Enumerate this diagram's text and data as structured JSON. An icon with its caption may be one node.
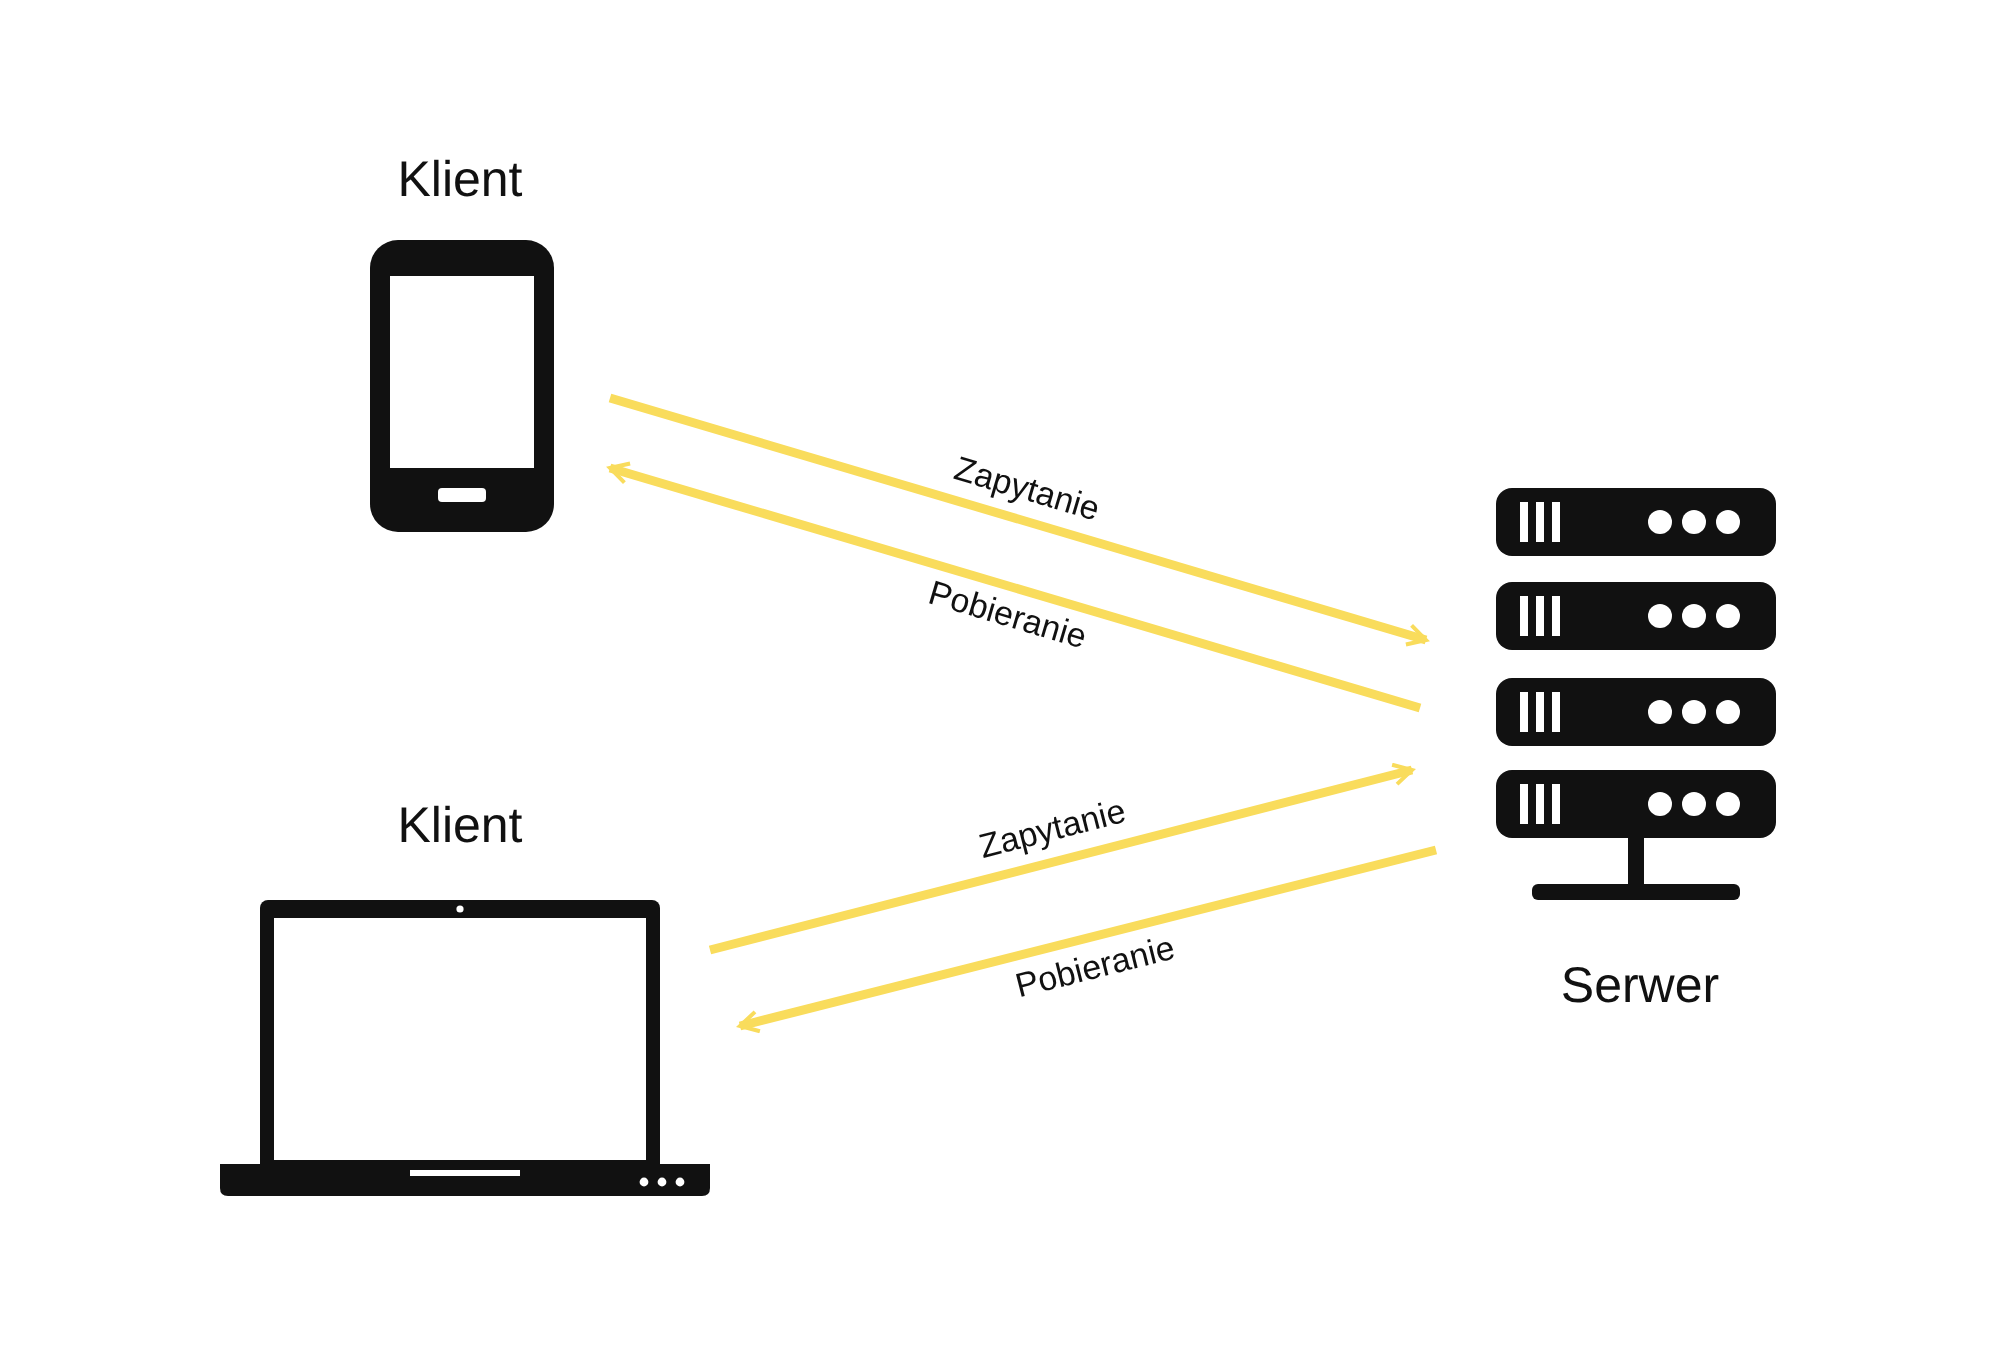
{
  "diagram": {
    "nodes": [
      {
        "text": [
          "Klient"
        ]
      },
      {
        "text": [
          "Klient"
        ]
      },
      {
        "text": [
          "Serwer"
        ]
      }
    ],
    "edges": [
      {
        "from": 0,
        "to": 2,
        "arrow": "to",
        "label": "Zapytanie"
      },
      {
        "from": 2,
        "to": 0,
        "arrow": "to",
        "label": "Pobieranie"
      },
      {
        "from": 1,
        "to": 2,
        "arrow": "to",
        "label": "Zapytanie"
      },
      {
        "from": 2,
        "to": 1,
        "arrow": "to",
        "label": "Pobieranie"
      }
    ]
  }
}
